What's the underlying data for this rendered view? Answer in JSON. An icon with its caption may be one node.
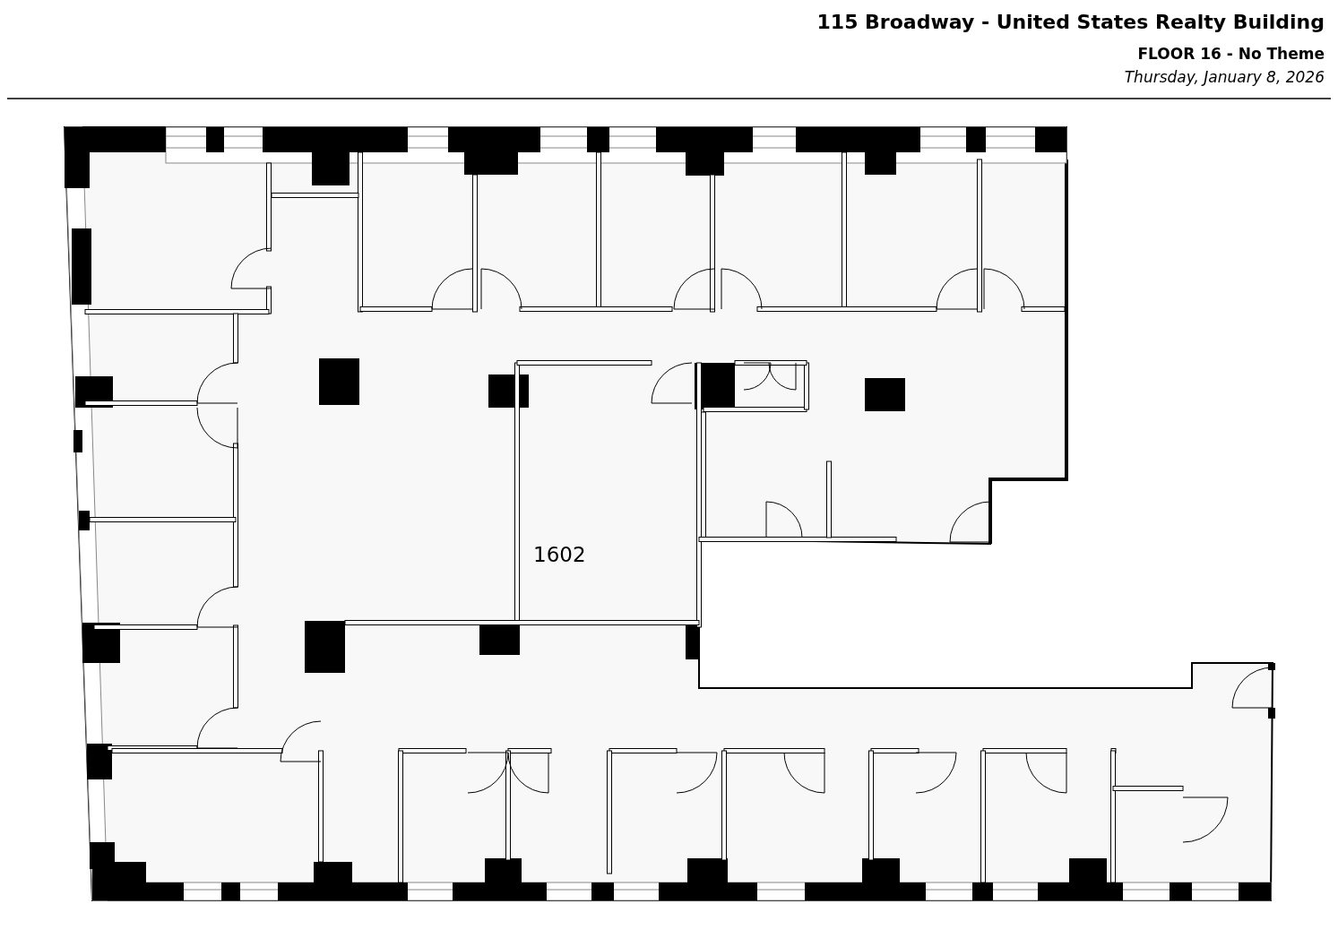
{
  "diagram": {
    "title": "115 Broadway - United States Realty Building",
    "labels": [
      "FLOOR 16 - No Theme",
      "Thursday, January 8, 2026",
      "1602"
    ]
  }
}
